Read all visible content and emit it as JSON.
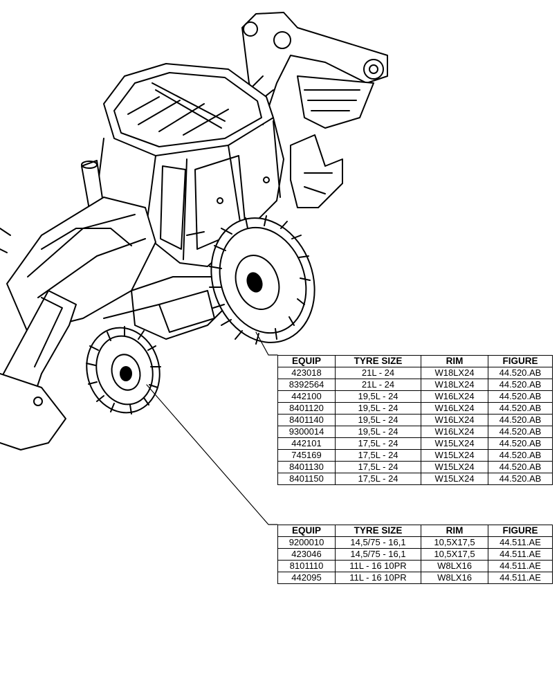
{
  "tables": [
    {
      "columns": [
        "EQUIP",
        "TYRE SIZE",
        "RIM",
        "FIGURE"
      ],
      "rows": [
        [
          "423018",
          "21L - 24",
          "W18LX24",
          "44.520.AB"
        ],
        [
          "8392564",
          "21L - 24",
          "W18LX24",
          "44.520.AB"
        ],
        [
          "442100",
          "19,5L - 24",
          "W16LX24",
          "44.520.AB"
        ],
        [
          "8401120",
          "19,5L - 24",
          "W16LX24",
          "44.520.AB"
        ],
        [
          "8401140",
          "19,5L - 24",
          "W16LX24",
          "44.520.AB"
        ],
        [
          "9300014",
          "19,5L - 24",
          "W16LX24",
          "44.520.AB"
        ],
        [
          "442101",
          "17,5L - 24",
          "W15LX24",
          "44.520.AB"
        ],
        [
          "745169",
          "17,5L - 24",
          "W15LX24",
          "44.520.AB"
        ],
        [
          "8401130",
          "17,5L - 24",
          "W15LX24",
          "44.520.AB"
        ],
        [
          "8401150",
          "17,5L - 24",
          "W15LX24",
          "44.520.AB"
        ]
      ]
    },
    {
      "columns": [
        "EQUIP",
        "TYRE SIZE",
        "RIM",
        "FIGURE"
      ],
      "rows": [
        [
          "9200010",
          "14,5/75 - 16,1",
          "10,5X17,5",
          "44.511.AE"
        ],
        [
          "423046",
          "14,5/75 - 16,1",
          "10,5X17,5",
          "44.511.AE"
        ],
        [
          "8101110",
          "11L - 16 10PR",
          "W8LX16",
          "44.511.AE"
        ],
        [
          "442095",
          "11L - 16 10PR",
          "W8LX16",
          "44.511.AE"
        ]
      ]
    }
  ]
}
